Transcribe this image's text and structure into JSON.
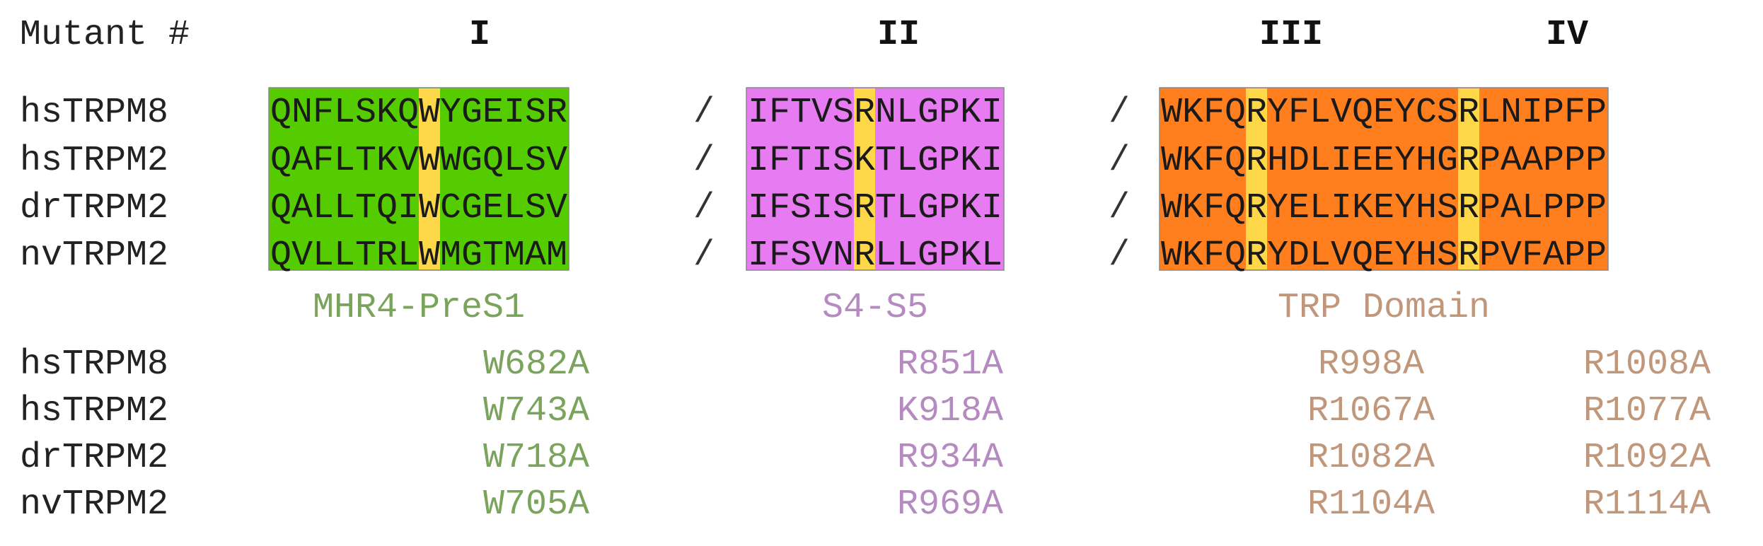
{
  "header": {
    "label": "Mutant #",
    "site_numbers": [
      "I",
      "II",
      "III",
      "IV"
    ]
  },
  "species": [
    "hsTRPM8",
    "hsTRPM2",
    "drTRPM2",
    "nvTRPM2"
  ],
  "separator": "/",
  "blocks": [
    {
      "region": "MHR4-PreS1",
      "fill": "#55cc00",
      "label_color": "#7aa45c",
      "sequences": [
        "QNFLSKQWYGEISR",
        "QAFLTKVWWGQLSV",
        "QALLTQIWCGELSV",
        "QVLLTRLWMGTMAM"
      ],
      "highlight_columns": [
        7
      ]
    },
    {
      "region": "S4-S5",
      "fill": "#e77cf2",
      "label_color": "#b48ac0",
      "sequences": [
        "IFTVSRNLGPKI",
        "IFTISKTLGPKI",
        "IFSISRTLGPKI",
        "IFSVNRLLGPKL"
      ],
      "highlight_columns": [
        5
      ]
    },
    {
      "region": "TRP Domain",
      "fill": "#ff7f1f",
      "label_color": "#c0977a",
      "sequences": [
        "WKFQRYFLVQEYCSRLNIPFP",
        "WKFQRHDLIEEYHGRPAAPPP",
        "WKFQRYELIKEYHSRPALPPP",
        "WKFQRYDLVQEYHSRPVFAPP"
      ],
      "highlight_columns": [
        4,
        14
      ]
    }
  ],
  "highlight_color": "#ffd84a",
  "mutants": [
    {
      "species": "hsTRPM8",
      "I": "W682A",
      "II": "R851A",
      "III": "R998A",
      "IV": "R1008A"
    },
    {
      "species": "hsTRPM2",
      "I": "W743A",
      "II": "K918A",
      "III": "R1067A",
      "IV": "R1077A"
    },
    {
      "species": "drTRPM2",
      "I": "W718A",
      "II": "R934A",
      "III": "R1082A",
      "IV": "R1092A"
    },
    {
      "species": "nvTRPM2",
      "I": "W705A",
      "II": "R969A",
      "III": "R1104A",
      "IV": "R1114A"
    }
  ]
}
